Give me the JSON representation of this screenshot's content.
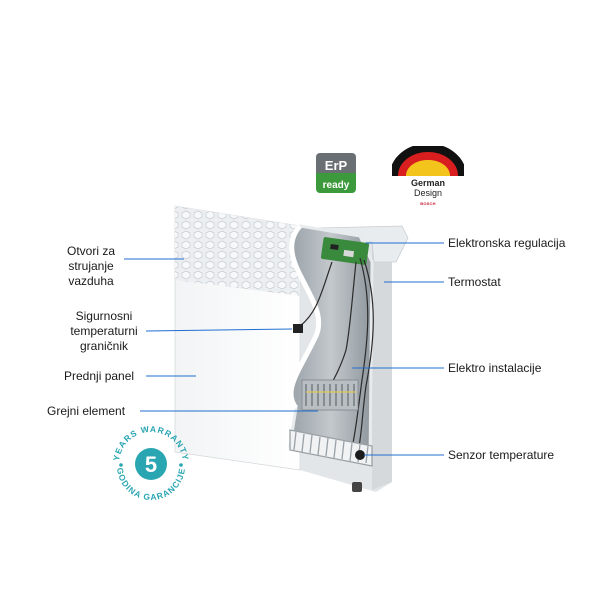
{
  "labels": {
    "otvori": "Otvori za\nstrujanje\nvazduha",
    "sigurnosni": "Sigurnosni\ntemperaturni\ngraničnik",
    "prednji_panel": "Prednji panel",
    "grejni_element": "Grejni element",
    "elektronska_regulacija": "Elektronska regulacija",
    "termostat": "Termostat",
    "elektro_instalacije": "Elektro instalacije",
    "senzor_temperature": "Senzor temperature"
  },
  "badges": {
    "erp_line1": "ErP",
    "erp_line2": "ready",
    "german_line1": "German",
    "german_line2": "Design",
    "german_brand": "BOSCH"
  },
  "warranty": {
    "number": "5",
    "outer_text": "YEARS WARRANTY",
    "inner_text": "GODINA GARANCIJE"
  },
  "colors": {
    "leader_line": "#1f6fd1",
    "badge_green": "#3d9a3c",
    "badge_grey": "#6a6f74",
    "warranty_teal": "#2aa6b3",
    "flag_black": "#111111",
    "flag_red": "#d81e1e",
    "flag_gold": "#f3c51c"
  }
}
